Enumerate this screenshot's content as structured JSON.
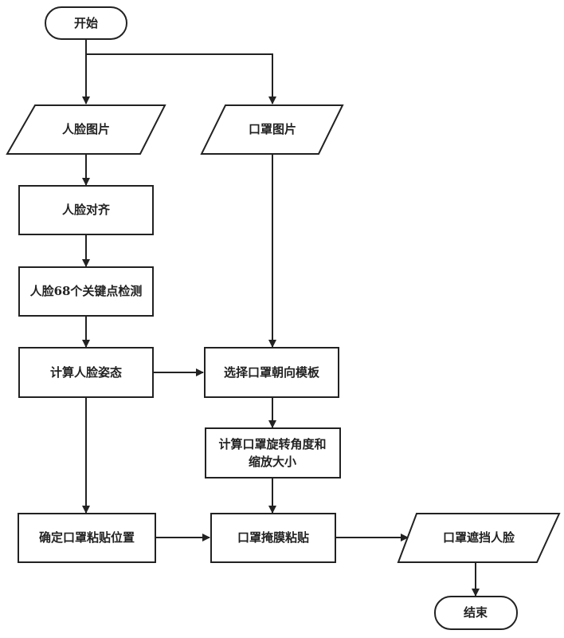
{
  "diagram": {
    "type": "flowchart",
    "nodes": {
      "start": {
        "label": "开始",
        "shape": "terminator"
      },
      "face_image": {
        "label": "人脸图片",
        "shape": "data"
      },
      "mask_image": {
        "label": "口罩图片",
        "shape": "data"
      },
      "face_align": {
        "label": "人脸对齐",
        "shape": "process"
      },
      "face_landmarks": {
        "label": "人脸68个关键点检测",
        "shape": "process"
      },
      "face_pose": {
        "label": "计算人脸姿态",
        "shape": "process"
      },
      "select_template": {
        "label": "选择口罩朝向模板",
        "shape": "process"
      },
      "calc_rotation_line1": {
        "label": "计算口罩旋转角度和",
        "shape": "process"
      },
      "calc_rotation_line2": {
        "label": "缩放大小",
        "shape": "process"
      },
      "paste_position": {
        "label": "确定口罩粘贴位置",
        "shape": "process"
      },
      "mask_paste": {
        "label": "口罩掩膜粘贴",
        "shape": "process"
      },
      "masked_face": {
        "label": "口罩遮挡人脸",
        "shape": "data"
      },
      "end": {
        "label": "结束",
        "shape": "terminator"
      }
    },
    "edges": [
      [
        "start",
        "face_image"
      ],
      [
        "start",
        "mask_image"
      ],
      [
        "face_image",
        "face_align"
      ],
      [
        "face_align",
        "face_landmarks"
      ],
      [
        "face_landmarks",
        "face_pose"
      ],
      [
        "face_pose",
        "select_template"
      ],
      [
        "mask_image",
        "select_template"
      ],
      [
        "select_template",
        "calc_rotation"
      ],
      [
        "face_pose",
        "paste_position"
      ],
      [
        "calc_rotation",
        "mask_paste"
      ],
      [
        "paste_position",
        "mask_paste"
      ],
      [
        "mask_paste",
        "masked_face"
      ],
      [
        "masked_face",
        "end"
      ]
    ]
  }
}
